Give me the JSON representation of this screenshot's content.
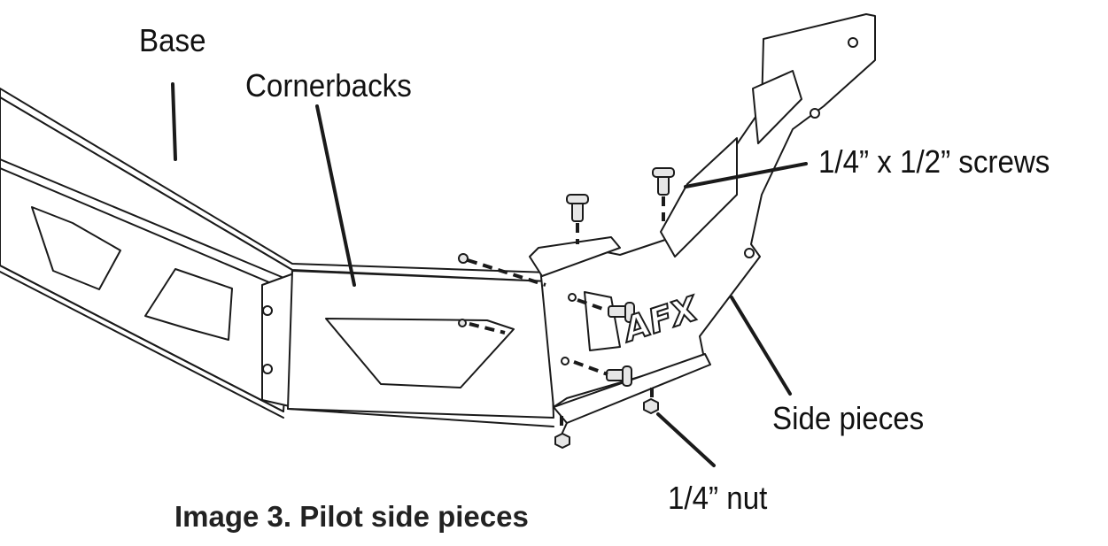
{
  "figure": {
    "caption": "Image 3. Pilot side pieces",
    "logo_text": "AFX",
    "callouts": {
      "base": "Base",
      "cornerbacks": "Cornerbacks",
      "screws": "1/4” x 1/2” screws",
      "side_pieces": "Side pieces",
      "nut": "1/4” nut"
    }
  },
  "colors": {
    "line": "#1a1a1a",
    "panel": "#ffffff",
    "hardware": "#e6e6e6",
    "background": "#ffffff"
  }
}
